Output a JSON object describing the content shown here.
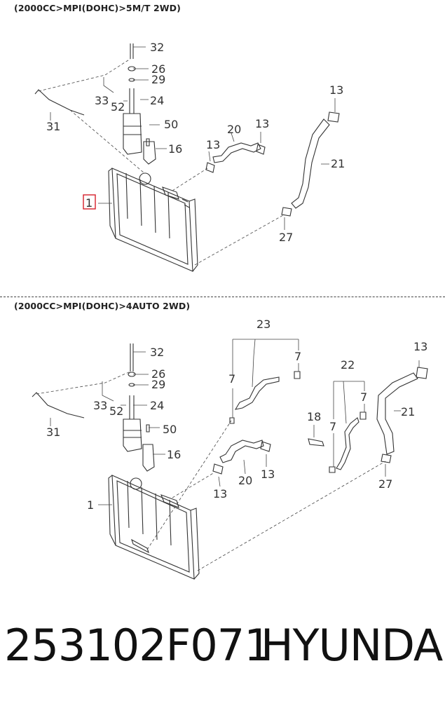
{
  "sections": [
    {
      "heading": "(2000CC>MPI(DOHC)>5M/T 2WD)",
      "callouts": {
        "c32": "32",
        "c26": "26",
        "c29": "29",
        "c33": "33",
        "c52": "52",
        "c24": "24",
        "c31": "31",
        "c50": "50",
        "c16": "16",
        "c20": "20",
        "c13a": "13",
        "c13b": "13",
        "c13c": "13",
        "c21": "21",
        "c27": "27",
        "c1": "1"
      },
      "highlighted_part": "1"
    },
    {
      "heading": "(2000CC>MPI(DOHC)>4AUTO 2WD)",
      "callouts": {
        "c32": "32",
        "c26": "26",
        "c29": "29",
        "c33": "33",
        "c52": "52",
        "c24": "24",
        "c31": "31",
        "c50": "50",
        "c16": "16",
        "c23": "23",
        "c7a": "7",
        "c7b": "7",
        "c22": "22",
        "c7c": "7",
        "c7d": "7",
        "c18": "18",
        "c13a": "13",
        "c13b": "13",
        "c13c": "13",
        "c20": "20",
        "c21": "21",
        "c27": "27",
        "c1": "1"
      }
    }
  ],
  "footer": {
    "part_number": "253102F071",
    "brand": "HYUNDAI"
  },
  "colors": {
    "highlight": "#d6202a",
    "line": "#333333"
  }
}
